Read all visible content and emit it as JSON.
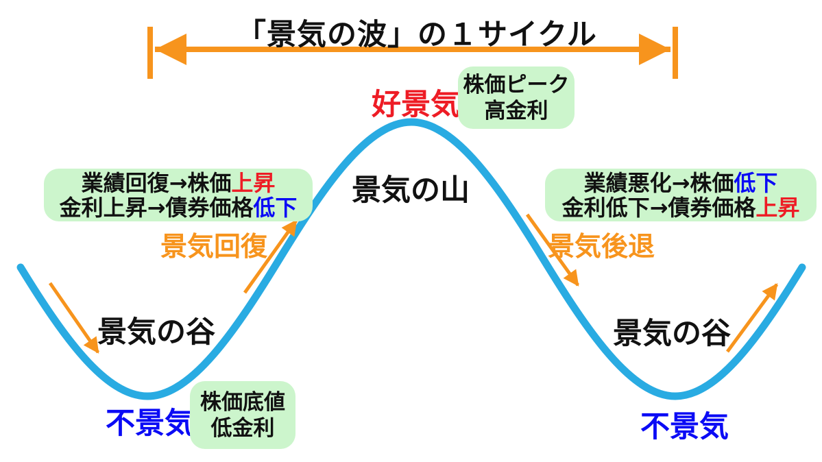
{
  "title": "「景気の波」の１サイクル",
  "colors": {
    "curve_blue": "#29abe2",
    "arrow_orange": "#f7941d",
    "highlight_red": "#ee1c25",
    "highlight_blue": "#0b0bf5",
    "box_green": "#ccf5cc",
    "text_black": "#111111"
  },
  "icons": {
    "span_arrow": "double-headed-arrow",
    "left_down_arrow": "arrow-down-right",
    "left_up_arrow": "arrow-up-right",
    "right_down_arrow": "arrow-down-right",
    "right_up_arrow": "arrow-up-right"
  },
  "labels": {
    "boom": "好景気",
    "mountain": "景気の山",
    "trough_left": "景気の谷",
    "trough_right": "景気の谷",
    "bust_left": "不景気",
    "bust_right": "不景気",
    "recovery_phase": "景気回復",
    "recession_phase": "景気後退"
  },
  "peak_box": {
    "line1": "株価ピーク",
    "line2": "高金利"
  },
  "bottom_box": {
    "line1": "株価底値",
    "line2": "低金利"
  },
  "recovery_box": {
    "line1_black": "業績回復→株価",
    "line1_highlight": "上昇",
    "line2_black": "金利上昇→債券価格",
    "line2_highlight": "低下"
  },
  "recession_box": {
    "line1_black": "業績悪化→株価",
    "line1_highlight": "低下",
    "line2_black": "金利低下→債券価格",
    "line2_highlight": "上昇"
  }
}
